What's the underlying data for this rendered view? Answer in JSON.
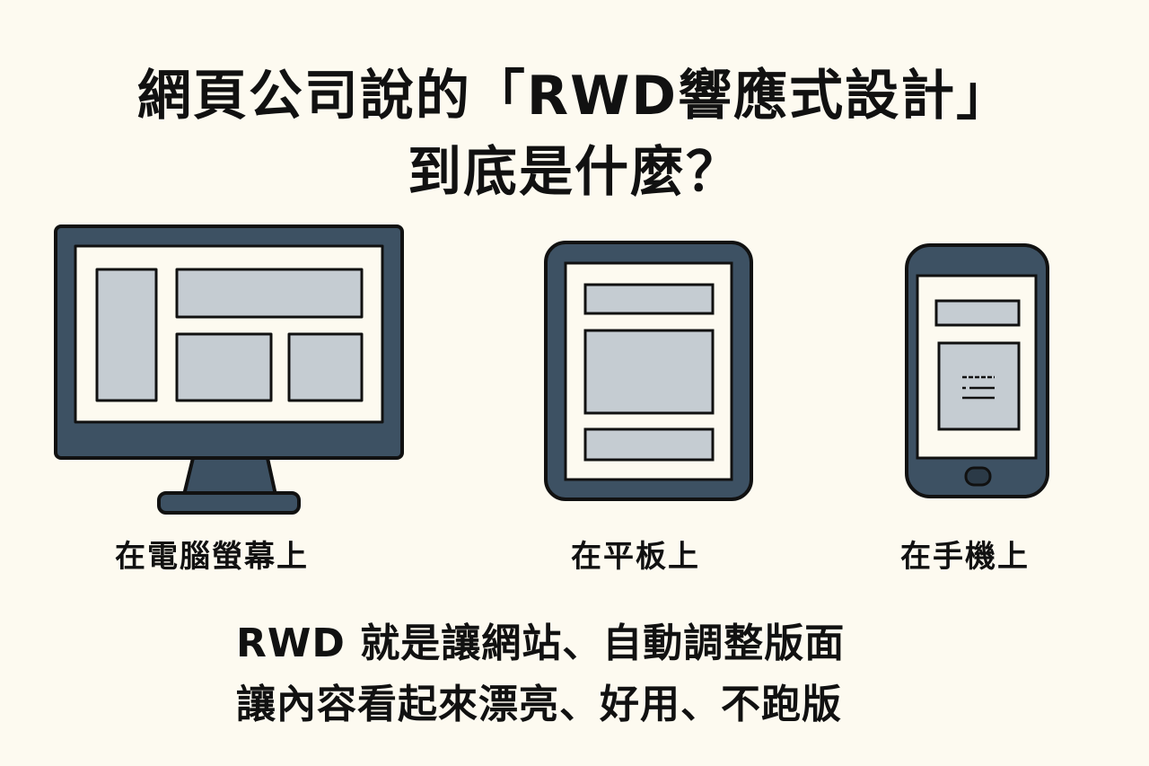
{
  "title": {
    "line1": "網頁公司說的「RWD響應式設計」",
    "line2": "到底是什麼？"
  },
  "devices": [
    {
      "icon": "desktop-monitor-icon",
      "label": "在電腦螢幕上"
    },
    {
      "icon": "tablet-icon",
      "label": "在平板上"
    },
    {
      "icon": "smartphone-icon",
      "label": "在手機上"
    }
  ],
  "summary": {
    "line1": "RWD 就是讓網站、自動調整版面",
    "line2": "讓內容看起來漂亮、好用、不跑版"
  },
  "colors": {
    "background": "#fdfaf0",
    "device": "#3d5163",
    "block": "#c5ccd2",
    "screen": "#fdfaf0",
    "outline": "#111111"
  }
}
